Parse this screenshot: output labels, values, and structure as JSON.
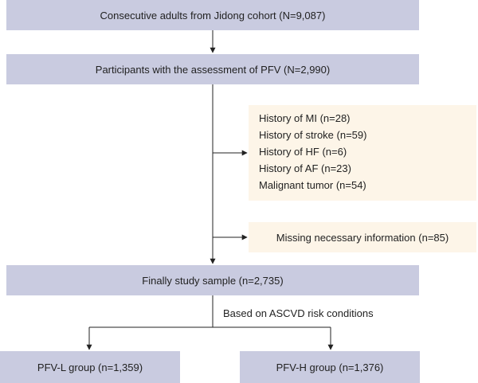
{
  "flowchart": {
    "cohort": "Consecutive adults from Jidong cohort (N=9,087)",
    "assessed": "Participants with the assessment of PFV (N=2,990)",
    "exclusions": [
      "History of MI (n=28)",
      "History of stroke (n=59)",
      "History of HF (n=6)",
      "History of AF (n=23)",
      "Malignant tumor (n=54)"
    ],
    "missing": "Missing necessary information (n=85)",
    "final": "Finally study sample (n=2,735)",
    "split_note": "Based on ASCVD risk conditions",
    "group_low": "PFV-L group (n=1,359)",
    "group_high": "PFV-H group (n=1,376)"
  },
  "colors": {
    "main_box": "#c9cbe0",
    "side_box": "#fdf5e8",
    "line": "#222222"
  }
}
